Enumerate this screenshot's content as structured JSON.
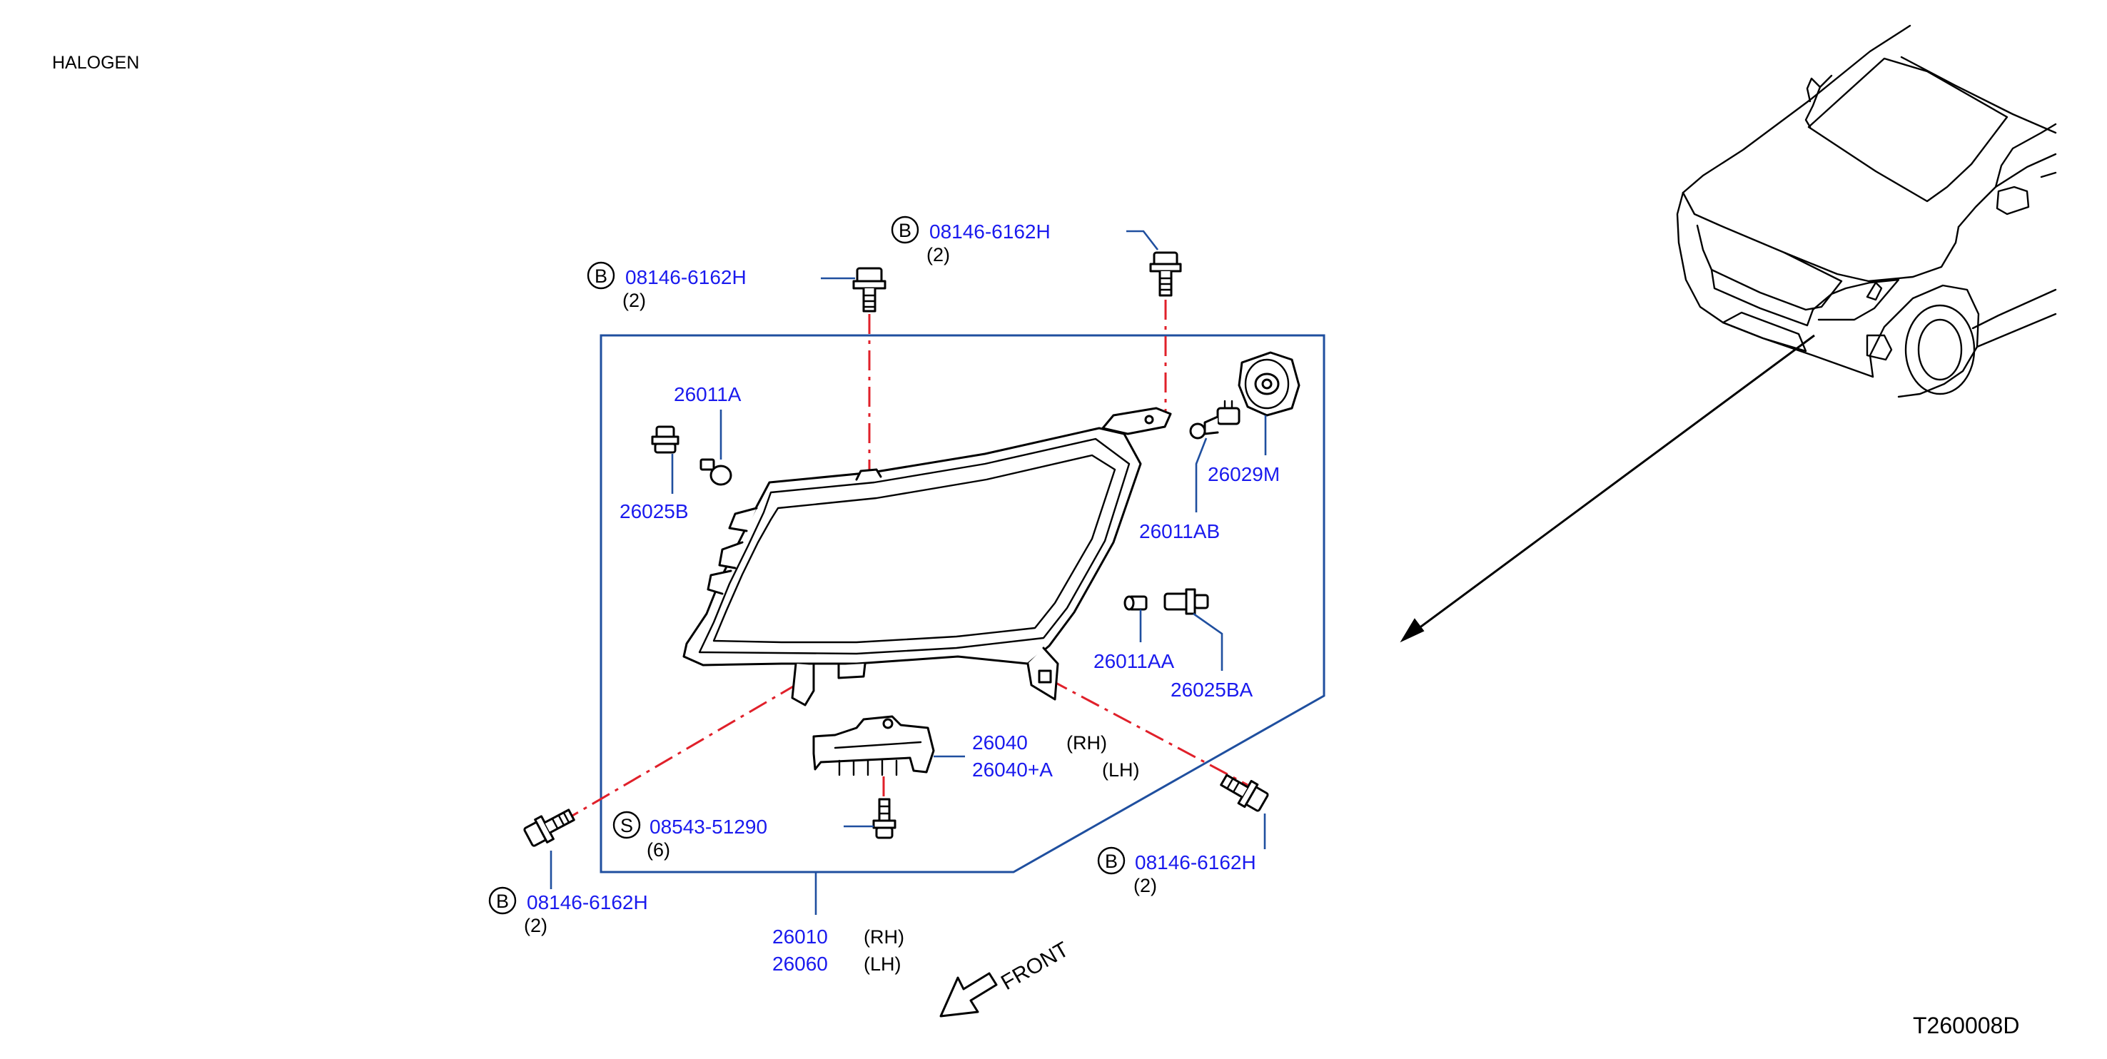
{
  "header": {
    "variant": "HALOGEN",
    "figure_code": "T260008D"
  },
  "front_marker": "FRONT",
  "bolt_symbol": "B",
  "screw_symbol": "S",
  "callouts": {
    "bolt_top_left": {
      "part": "08146-6162H",
      "qty": "(2)"
    },
    "bolt_top_right": {
      "part": "08146-6162H",
      "qty": "(2)"
    },
    "bolt_bottom_left": {
      "part": "08146-6162H",
      "qty": "(2)"
    },
    "bolt_bottom_right": {
      "part": "08146-6162H",
      "qty": "(2)"
    },
    "screw_bracket": {
      "part": "08543-51290",
      "qty": "(6)"
    },
    "bulb_a": "26011A",
    "socket_b": "26025B",
    "cap": "26029M",
    "bulb_ab": "26011AB",
    "bulb_aa": "26011AA",
    "socket_ba": "26025BA",
    "bracket_rh": {
      "part": "26040",
      "side": "(RH)"
    },
    "bracket_lh": {
      "part": "26040+A",
      "side": "(LH)"
    },
    "lamp_rh": {
      "part": "26010",
      "side": "(RH)"
    },
    "lamp_lh": {
      "part": "26060",
      "side": "(LH)"
    }
  },
  "colors": {
    "part_number": "#1a1aee",
    "leader": "#1f4f9f",
    "centerline": "#e0202a",
    "ink": "#000000"
  }
}
